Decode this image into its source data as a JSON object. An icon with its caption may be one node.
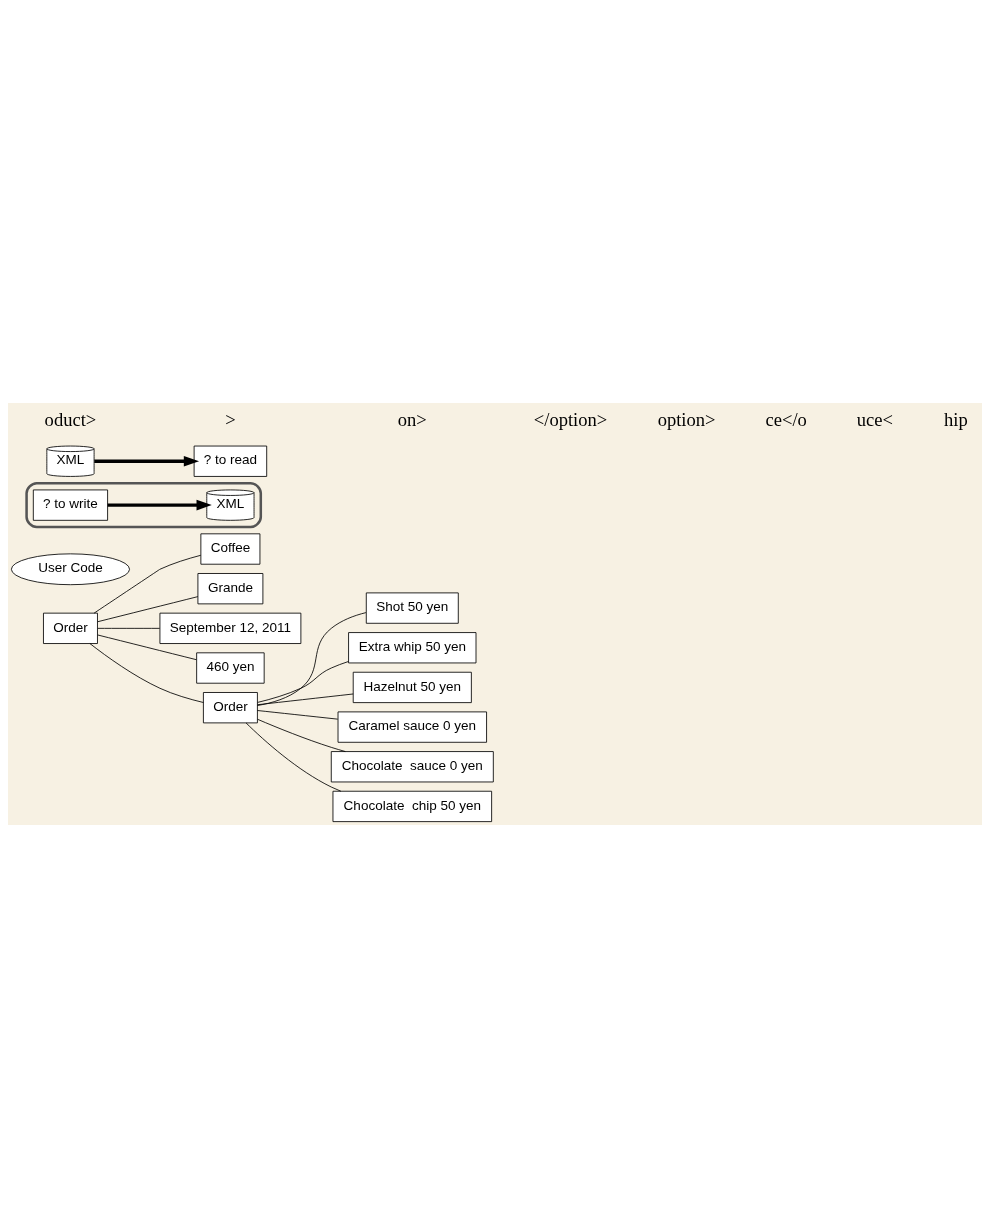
{
  "diagram": {
    "nodes": [
      {
        "text": [
          "Order"
        ]
      },
      {
        "text": [
          "Coffee"
        ]
      },
      {
        "text": [
          "Grande"
        ]
      },
      {
        "text": [
          "September 12, 2011"
        ]
      },
      {
        "text": [
          "460 yen"
        ]
      },
      {
        "text": [
          "Order"
        ]
      },
      {
        "text": [
          "Shot 50 yen"
        ]
      },
      {
        "text": [
          "Extra whip 50 yen"
        ]
      },
      {
        "text": [
          "Hazelnut 50 yen"
        ]
      },
      {
        "text": [
          "Caramel sauce 0 yen"
        ]
      },
      {
        "text": [
          "Chocolate  sauce 0 yen"
        ]
      },
      {
        "text": [
          "Chocolate  chip 50 yen"
        ]
      },
      {
        "text": [
          "User Code"
        ]
      },
      {
        "text": [],
        "shape": "box"
      },
      {
        "text": [
          "? to write"
        ],
        "in": 13
      },
      {
        "text": [
          "? to read"
        ]
      },
      {
        "text": [
          "XML"
        ],
        "in": 13
      },
      {
        "text": [
          "XML"
        ]
      }
    ],
    "edges": [
      {
        "from": 0,
        "to": 1,
        "arrow": "none"
      },
      {
        "from": 0,
        "to": 2,
        "arrow": "none"
      },
      {
        "from": 0,
        "to": 3,
        "arrow": "none"
      },
      {
        "from": 0,
        "to": 4,
        "arrow": "none"
      },
      {
        "from": 0,
        "to": 5,
        "arrow": "none"
      },
      {
        "from": 5,
        "to": 6,
        "arrow": "none"
      },
      {
        "from": 5,
        "to": 7,
        "arrow": "none"
      },
      {
        "from": 5,
        "to": 8,
        "arrow": "none"
      },
      {
        "from": 5,
        "to": 9,
        "arrow": "none"
      },
      {
        "from": 5,
        "to": 10,
        "arrow": "none"
      },
      {
        "from": 5,
        "to": 11,
        "arrow": "none"
      },
      {
        "from": 14,
        "to": 16,
        "arrow": "to",
        "style": "thick"
      },
      {
        "from": 17,
        "to": 15,
        "arrow": "to",
        "style": "thick"
      }
    ],
    "labels": [
      "oduct>",
      ">",
      "on>",
      "</option>",
      "option>",
      "ce</o",
      "uce<",
      "hip"
    ]
  }
}
